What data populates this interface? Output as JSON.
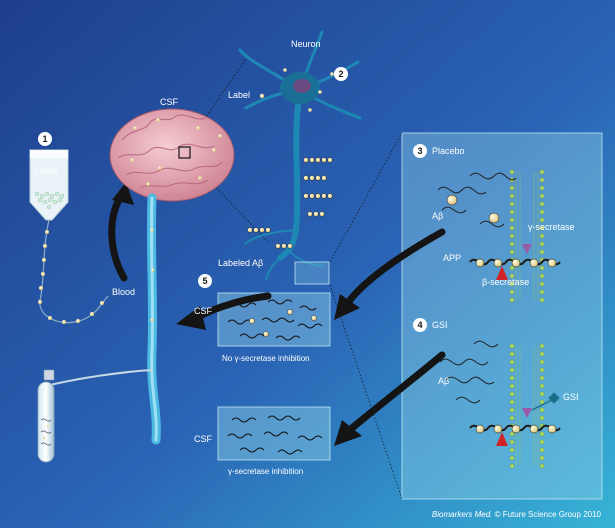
{
  "steps": [
    "1",
    "2",
    "3",
    "4",
    "5"
  ],
  "labels": {
    "neuron": "Neuron",
    "label_at_neuron": "Label",
    "csf_brain": "CSF",
    "label_bag": "Label",
    "blood": "Blood",
    "labeled_abeta": "Labeled Aβ",
    "csf_box1": "CSF",
    "csf_box2": "CSF",
    "no_inhibition": "No γ-secretase inhibition",
    "inhibition": "γ-secretase inhibition",
    "placebo": "Placebo",
    "gsi_panel": "GSI",
    "abeta_panel3": "Aβ",
    "abeta_panel4": "Aβ",
    "gamma_secretase": "γ-secretase",
    "app": "APP",
    "beta_secretase": "β-secretase",
    "gsi_drug": "GSI"
  },
  "credit": {
    "journal": "Biomarkers Med.",
    "rest": " © Future Science Group 2010"
  },
  "colors": {
    "background_dark": "#1e3f8c",
    "background_light": "#37b4d6",
    "panel": "#8fd0e6",
    "membrane_bead": "#a8d46a",
    "label_bead": "#f2e6a0",
    "app_protein": "#1e1e1e",
    "beta_secretase": "#d1232a",
    "gamma_secretase": "#9b59a6",
    "gsi": "#1b6f8a",
    "neuron": "#1e88b4",
    "brain": "#e7a7b1",
    "arrow": "#141414"
  }
}
